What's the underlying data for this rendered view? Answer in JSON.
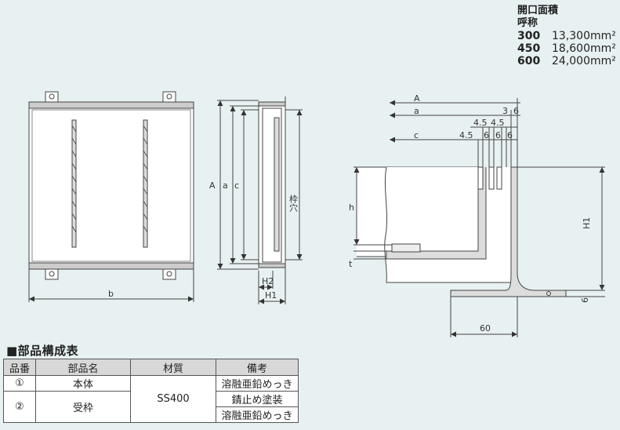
{
  "spec": {
    "heading1": "開口面積",
    "heading2": "呼称",
    "rows": [
      {
        "size": "300",
        "area": "13,300mm²"
      },
      {
        "size": "450",
        "area": "18,600mm²"
      },
      {
        "size": "600",
        "area": "24,000mm²"
      }
    ]
  },
  "labels": {
    "A": "A",
    "a": "a",
    "c": "c",
    "b": "b",
    "H1": "H1",
    "H2": "H2",
    "wakuana": "枠穴",
    "h": "h",
    "t": "t",
    "dim60": "60",
    "dim6": "6",
    "dim3": "3",
    "dim6b": "6",
    "dim45a": "4.5",
    "dim45b": "4.5",
    "dim45c": "4.5",
    "dim6c": "6",
    "dim6d": "6",
    "dim6e": "6"
  },
  "table": {
    "title": "■部品構成表",
    "headers": [
      "品番",
      "部品名",
      "材質",
      "備考"
    ],
    "rows": [
      {
        "no": "①",
        "name": "本体",
        "note": "溶融亜鉛めっき"
      },
      {
        "no": "②",
        "name": "受枠",
        "note": "錆止め塗装"
      },
      {
        "no": "",
        "name": "",
        "note": "溶融亜鉛めっき"
      }
    ],
    "material": "SS400"
  }
}
